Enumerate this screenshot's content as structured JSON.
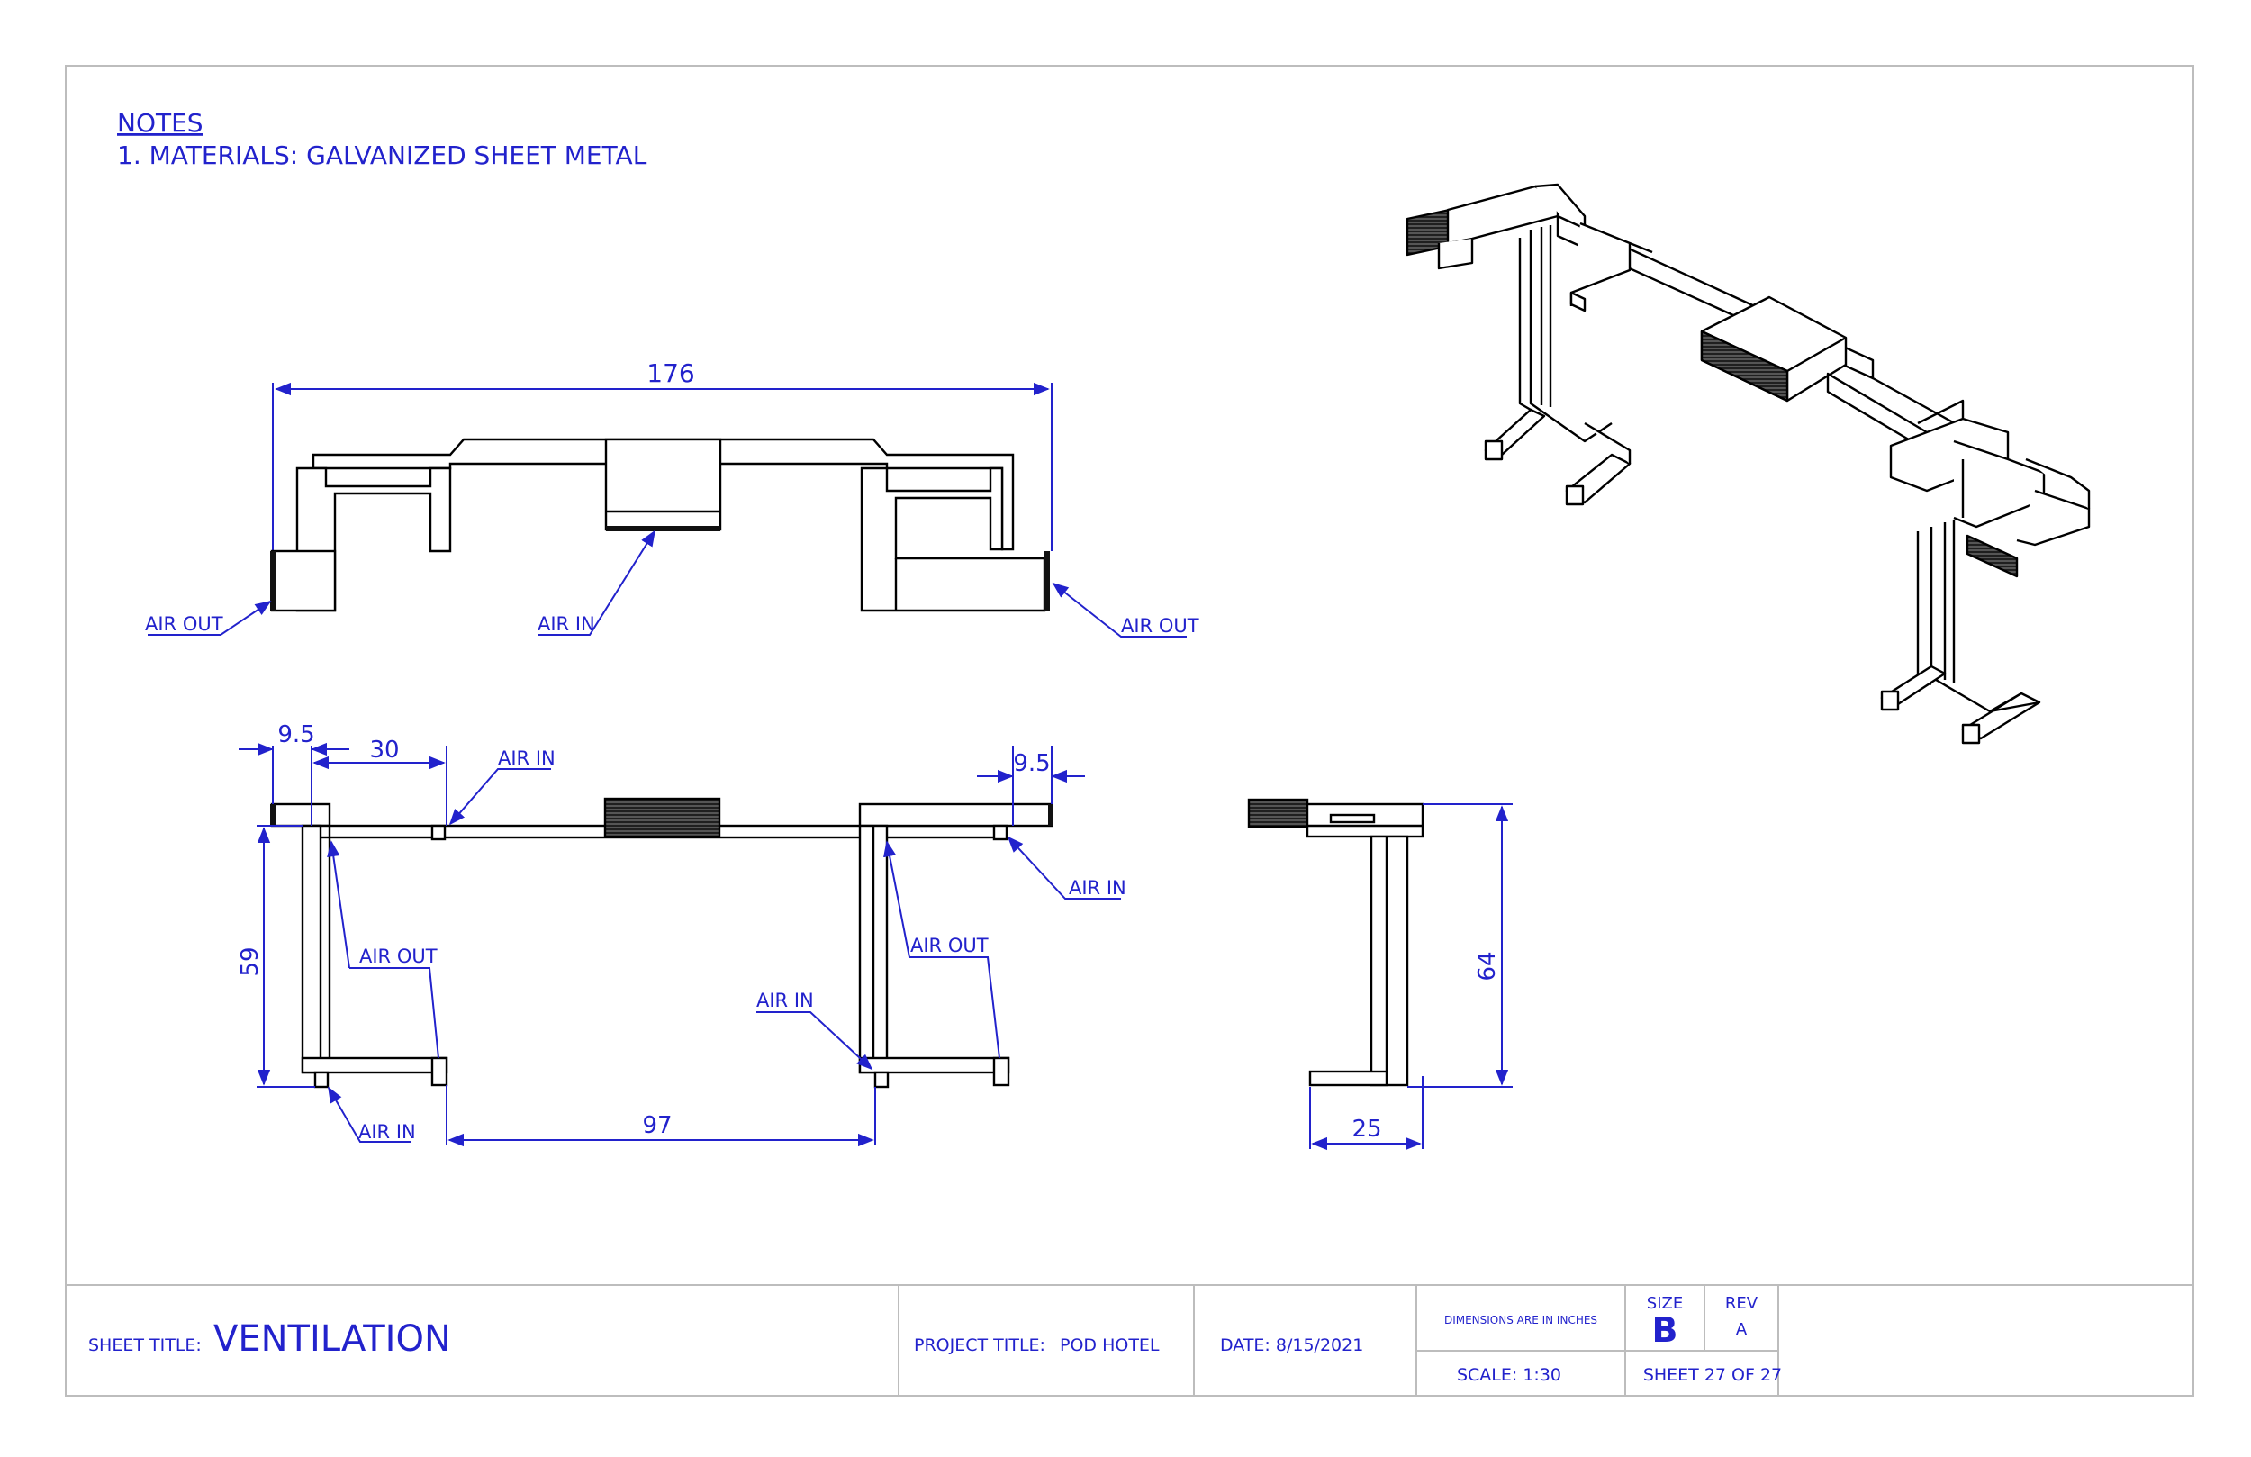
{
  "notes": {
    "heading": "NOTES",
    "line1": "1. MATERIALS: GALVANIZED SHEET METAL"
  },
  "front_view": {
    "overall_width": "176",
    "label_air_out_left": "AIR OUT",
    "label_air_in": "AIR IN",
    "label_air_out_right": "AIR OUT"
  },
  "top_view": {
    "dim_left_offset": "9.5",
    "dim_spacing": "30",
    "dim_right_offset": "9.5",
    "dim_depth": "59",
    "dim_span": "97",
    "label_air_in_top": "AIR IN",
    "label_air_in_right": "AIR IN",
    "label_air_out_left": "AIR OUT",
    "label_air_out_right": "AIR OUT",
    "label_air_in_mid": "AIR IN",
    "label_air_in_bottom": "AIR IN"
  },
  "side_view": {
    "dim_height": "64",
    "dim_width": "25"
  },
  "title_block": {
    "sheet_title_label": "SHEET TITLE:",
    "sheet_title": "VENTILATION",
    "project_title_label": "PROJECT TITLE:",
    "project_title": "POD HOTEL",
    "date": "DATE: 8/15/2021",
    "dimensions_note": "DIMENSIONS ARE IN INCHES",
    "size_label": "SIZE",
    "size_value": "B",
    "rev_label": "REV",
    "rev_value": "A",
    "scale": "SCALE: 1:30",
    "sheet": "SHEET 27 OF 27"
  },
  "colors": {
    "annotation": "#2222cc",
    "geometry": "#000000",
    "frame": "#bdbdbd"
  }
}
